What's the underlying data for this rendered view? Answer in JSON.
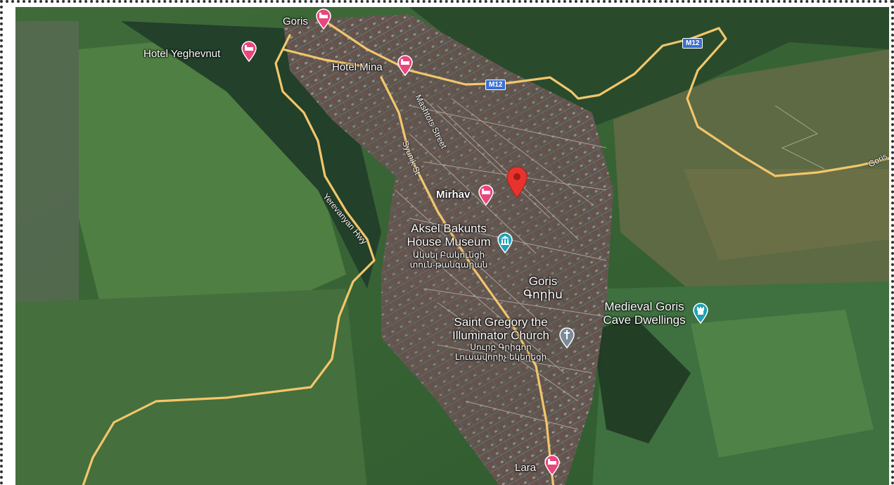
{
  "map": {
    "places": {
      "goris_top": "Goris",
      "hotel_yeghevnut": "Hotel Yeghevnut",
      "hotel_mina": "Hotel Mina",
      "mirhav": "Mirhav",
      "museum_line1": "Aksel Bakunts",
      "museum_line2": "House Museum",
      "museum_arm1": "Ակսել Բակունցի",
      "museum_arm2": "տուն-թանգարան",
      "goris_center": "Goris",
      "goris_center_arm": "Գորիս",
      "church_line1": "Saint Gregory the",
      "church_line2": "Illuminator Church",
      "church_arm1": "Սուրբ Գրիգոր",
      "church_arm2": "Լուսավորիչ եկեղեցի",
      "caves_line1": "Medieval Goris",
      "caves_line2": "Cave Dwellings",
      "lara": "Lara",
      "goris_right": "Goris"
    },
    "roads": {
      "m12_a": "M12",
      "m12_b": "M12",
      "mashtots": "Mashtots Street",
      "syunik": "Syunik St",
      "yerevanyan": "Yerevanyan Hwy"
    },
    "icons": {
      "hotel": "hotel-icon",
      "museum": "museum-icon",
      "church": "church-icon",
      "landmark": "landmark-icon",
      "dropped_pin": "map-pin-icon"
    },
    "colors": {
      "road": "#f2c66b",
      "hotel_pin": "#e8467c",
      "attraction_pin": "#1fa1b6",
      "church_pin": "#7c8a9a",
      "dropped_pin": "#e8332c"
    }
  }
}
